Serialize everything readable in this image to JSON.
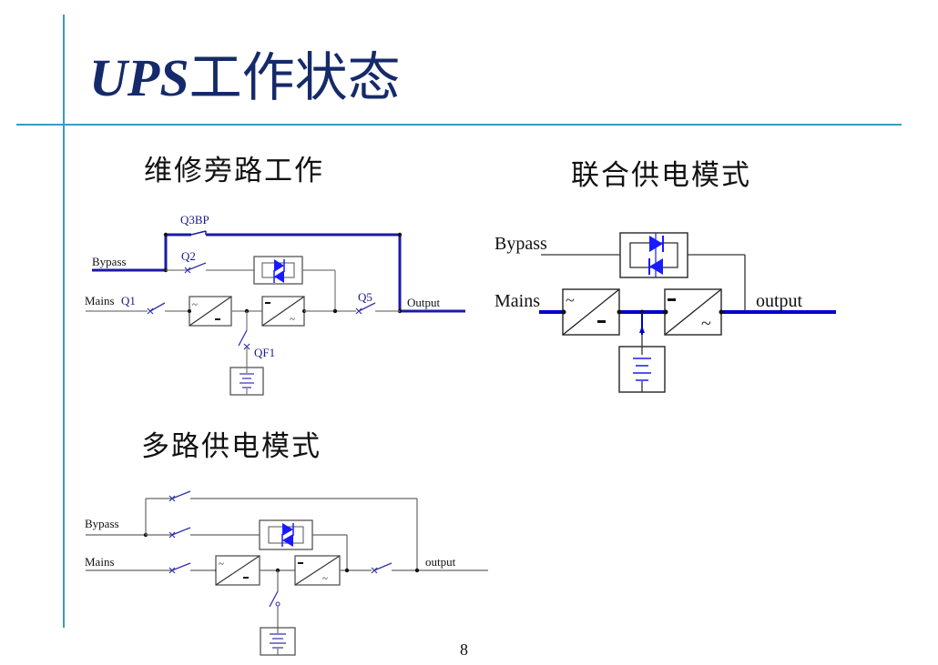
{
  "slide": {
    "title_en": "UPS",
    "title_cn": "工作状态",
    "page_number": "8"
  },
  "colors": {
    "title": "#152a6a",
    "rule_lines": "#3a9cbc",
    "active_path": "#1a1aa6",
    "wire": "#666666",
    "switch": "#3333aa",
    "thyristor": "#1a1aff"
  },
  "diagrams": [
    {
      "id": "maintenance-bypass",
      "title": "维修旁路工作",
      "labels": {
        "bypass": "Bypass",
        "mains": "Mains",
        "q1": "Q1",
        "q2": "Q2",
        "q3bp": "Q3BP",
        "q5": "Q5",
        "qf1": "QF1",
        "output": "Output"
      },
      "active_path": "Bypass → Q3BP → Output"
    },
    {
      "id": "joint-supply-mode",
      "title": "联合供电模式",
      "labels": {
        "bypass": "Bypass",
        "mains": "Mains",
        "output": "output"
      },
      "active_path": "Mains + Battery → Rectifier/Inverter → output"
    },
    {
      "id": "multi-source-mode",
      "title": "多路供电模式",
      "labels": {
        "bypass": "Bypass",
        "mains": "Mains",
        "output": "output"
      },
      "active_path": "none"
    }
  ]
}
